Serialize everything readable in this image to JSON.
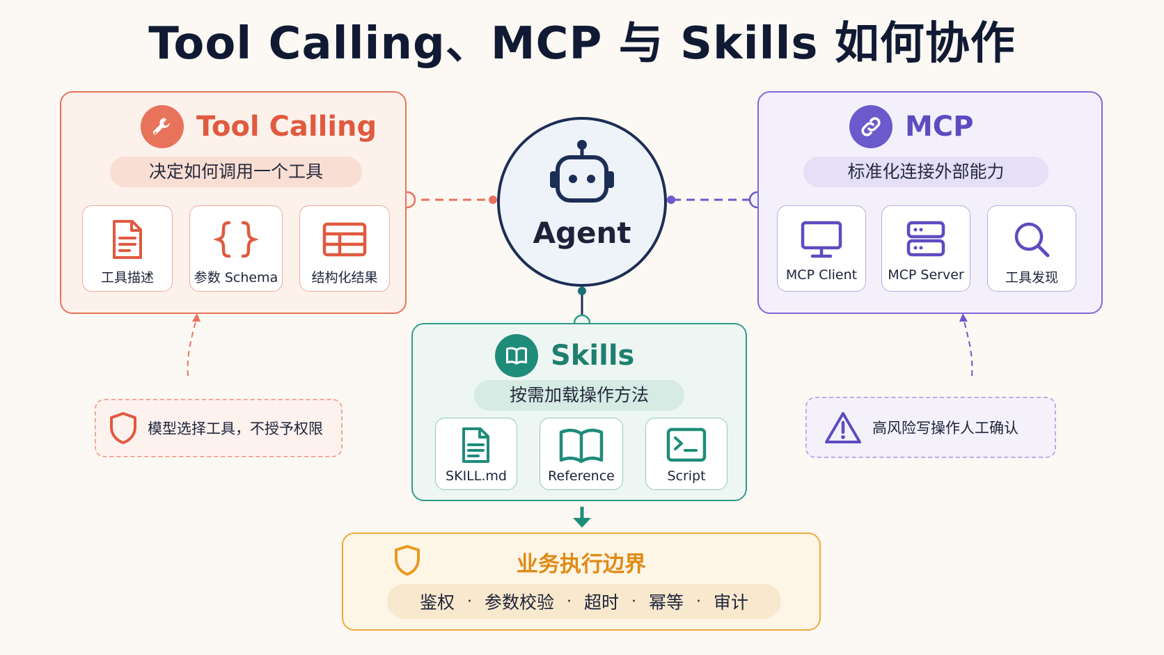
{
  "title": "Tool Calling、MCP 与 Skills 如何协作",
  "agent": {
    "label": "Agent"
  },
  "tool_calling": {
    "title": "Tool Calling",
    "subtitle": "决定如何调用一个工具",
    "cards": [
      "工具描述",
      "参数 Schema",
      "结构化结果"
    ],
    "note": "模型选择工具，不授予权限",
    "color": "#e8735b"
  },
  "mcp": {
    "title": "MCP",
    "subtitle": "标准化连接外部能力",
    "cards": [
      "MCP Client",
      "MCP Server",
      "工具发现"
    ],
    "note": "高风险写操作人工确认",
    "color": "#6b5acb"
  },
  "skills": {
    "title": "Skills",
    "subtitle": "按需加载操作方法",
    "cards": [
      "SKILL.md",
      "Reference",
      "Script"
    ],
    "color": "#1f8c7a"
  },
  "boundary": {
    "title": "业务执行边界",
    "items": [
      "鉴权",
      "参数校验",
      "超时",
      "幂等",
      "审计"
    ],
    "color": "#e99a1f"
  }
}
